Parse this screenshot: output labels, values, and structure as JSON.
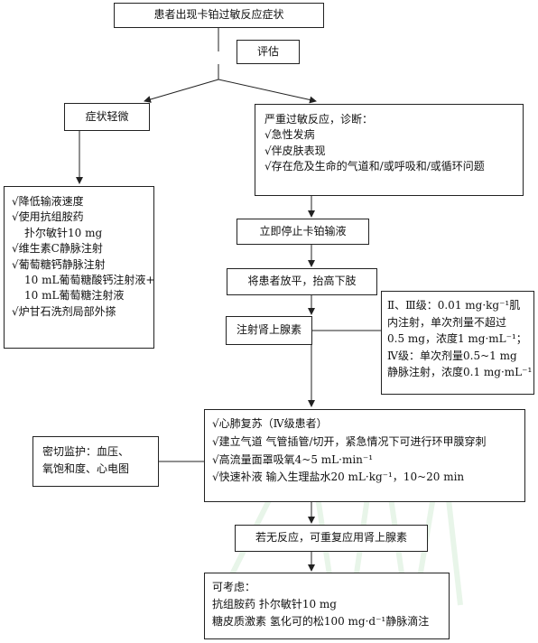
{
  "nodes": {
    "start": "患者出现卡铂过敏反应症状",
    "assess": "评估",
    "mild": "症状轻微",
    "severe": {
      "lines": [
        "严重过敏反应，诊断：",
        "√急性发病",
        "√伴皮肤表现",
        "√存在危及生命的气道和/或呼吸和/或循环问题"
      ]
    },
    "mild_treatment": {
      "lines": [
        {
          "text": "√降低输液速度",
          "indent": false
        },
        {
          "text": "√使用抗组胺药",
          "indent": false
        },
        {
          "text": "扑尔敏针10 mg",
          "indent": true
        },
        {
          "text": "√维生素C静脉注射",
          "indent": false
        },
        {
          "text": "√葡萄糖钙静脉注射",
          "indent": false
        },
        {
          "text": "10 mL葡萄糖酸钙注射液+",
          "indent": true
        },
        {
          "text": "10 mL葡萄糖注射液",
          "indent": true
        },
        {
          "text": "√炉甘石洗剂局部外搽",
          "indent": false
        }
      ]
    },
    "stop": "立即停止卡铂输液",
    "position": "将患者放平，抬高下肢",
    "epi": "注射肾上腺素",
    "dose": {
      "lines": [
        "Ⅱ、Ⅲ级：0.01 mg·kg⁻¹肌",
        "内注射，单次剂量不超过",
        "0.5 mg，浓度1 mg·mL⁻¹；",
        "Ⅳ级：单次剂量0.5~1 mg",
        "静脉注射，浓度0.1 mg·mL⁻¹"
      ]
    },
    "cpr": {
      "lines": [
        "√心肺复苏（Ⅳ级患者）",
        "√建立气道  气管插管/切开，紧急情况下可进行环甲膜穿刺",
        "√高流量面罩吸氧4~5 mL·min⁻¹",
        "√快速补液 输入生理盐水20 mL·kg⁻¹，10~20 min"
      ]
    },
    "monitor": {
      "lines": [
        "密切监护：血压、",
        "氧饱和度、心电图"
      ]
    },
    "repeat": "若无反应，可重复应用肾上腺素",
    "consider": {
      "lines": [
        "可考虑：",
        "抗组胺药  扑尔敏针10 mg",
        "糖皮质激素  氢化可的松100 mg·d⁻¹静脉滴注"
      ]
    }
  }
}
